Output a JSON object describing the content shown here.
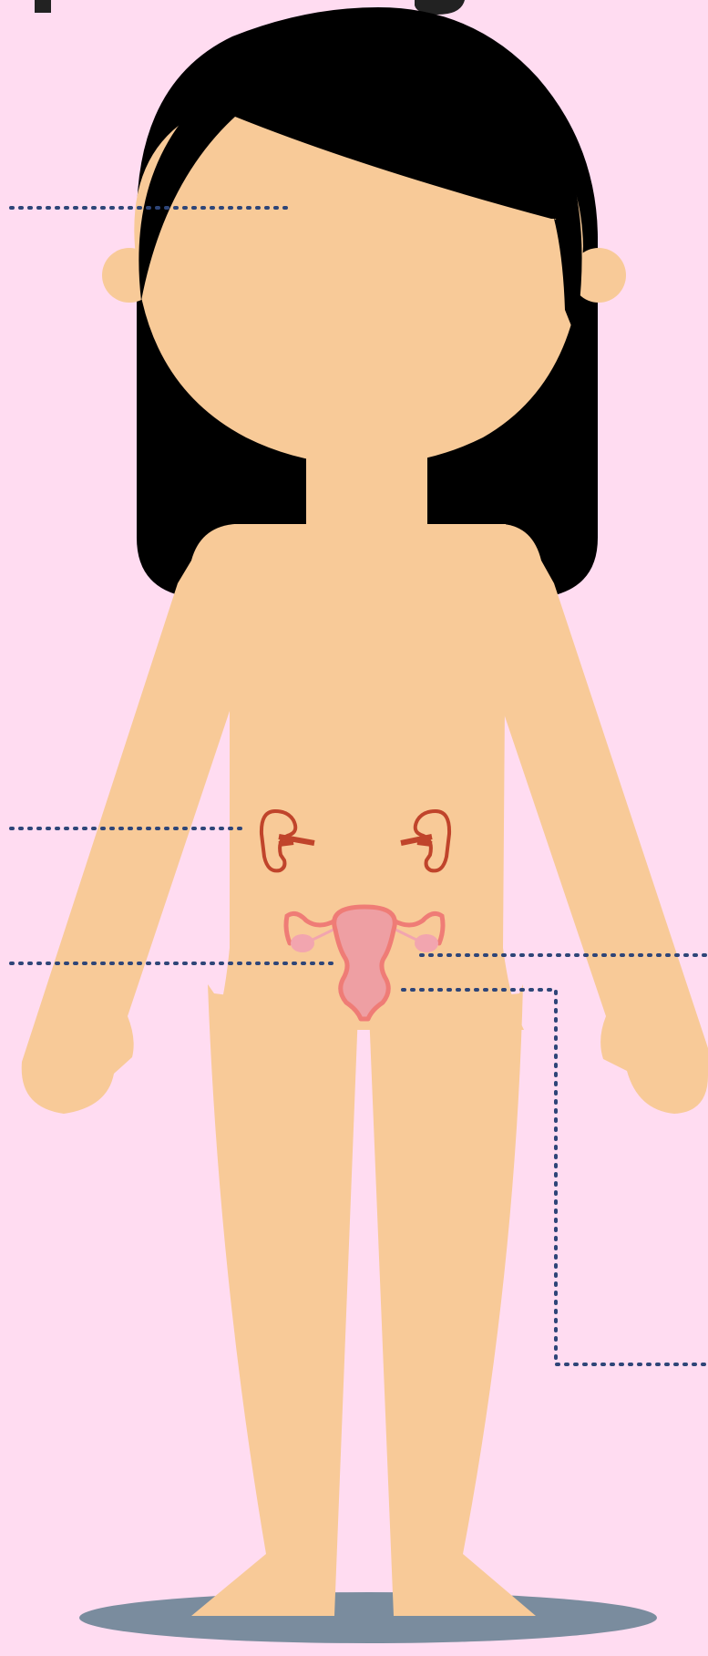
{
  "title_fragment": "",
  "colors": {
    "background": "#FFDCF1",
    "skin": "#F8CA98",
    "hair": "#000000",
    "shadow": "#7A8C9E",
    "leader_line": "#2E4578",
    "kidney": "#C0442B",
    "uterus_fill": "#EE9FA3",
    "uterus_outline": "#EF7C76",
    "ovary": "#F2A5AF"
  },
  "icons": {
    "kidneys": "kidney-icon",
    "uterus": "uterus-icon"
  },
  "callouts": [
    "head",
    "kidneys",
    "left-reproductive",
    "right-reproductive",
    "lower-right"
  ]
}
